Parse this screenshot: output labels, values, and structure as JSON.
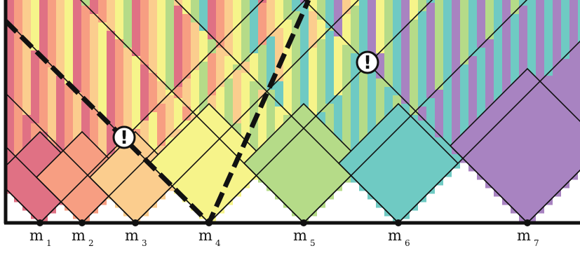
{
  "figure": {
    "markers": [
      {
        "letter": "m",
        "sub": "1"
      },
      {
        "letter": "m",
        "sub": "2"
      },
      {
        "letter": "m",
        "sub": "3"
      },
      {
        "letter": "m",
        "sub": "4"
      },
      {
        "letter": "m",
        "sub": "5"
      },
      {
        "letter": "m",
        "sub": "6"
      },
      {
        "letter": "m",
        "sub": "7"
      }
    ],
    "alerts": [
      "!",
      "!"
    ],
    "colors": {
      "c1": "#e07184",
      "c2": "#f79e82",
      "c3": "#fbcd8e",
      "c4": "#f6f48a",
      "c5": "#b5db88",
      "c6": "#6fcac3",
      "c7": "#a883c1",
      "line": "#111111"
    }
  }
}
